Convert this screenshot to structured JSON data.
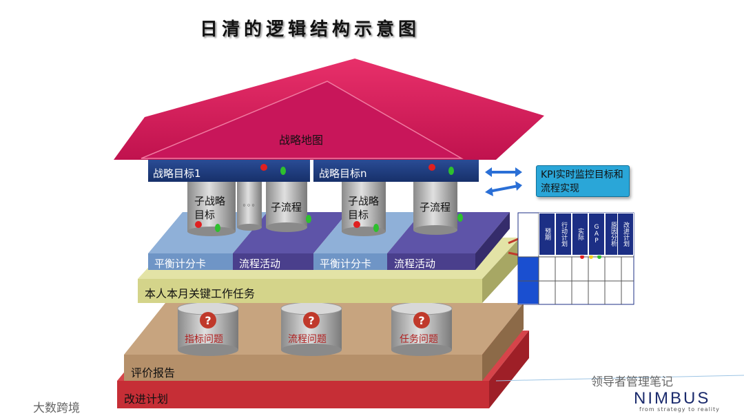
{
  "title": "日清的逻辑结构示意图",
  "roof_label": "战略地图",
  "beam": {
    "left_label": "战略目标1",
    "right_label": "战略目标n"
  },
  "pillars": {
    "sub_strategy": "子战略目标",
    "sub_strategy_2": "子战略目标",
    "sub_process": "子流程",
    "sub_process_2": "子流程",
    "dots": "◦◦◦"
  },
  "tier_labels": [
    "平衡计分卡",
    "流程活动",
    "平衡计分卡",
    "流程活动"
  ],
  "work_tier": "本人本月关键工作任务",
  "issues": [
    "指标问题",
    "流程问题",
    "任务问题"
  ],
  "evaluation": "评价报告",
  "improvement": "改进计划",
  "kpi_box": "KPI实时监控目标和流程实现",
  "kpi_table_headers": [
    "预期",
    "行动计划",
    "实际",
    "GAP",
    "原因分析",
    "改进计划"
  ],
  "watermarks": {
    "left": "大数跨境",
    "right": "领导者管理笔记"
  },
  "brand": {
    "name": "NIMBUS",
    "tagline": "from strategy to reality"
  },
  "colors": {
    "roof": "#d91c5c",
    "beam": "#1f3a7a",
    "bsc": "#6f95c6",
    "process": "#4a3f8c",
    "work": "#d4d48a",
    "eval": "#b5906a",
    "improve": "#c62e36",
    "accent": "#2aa6d8"
  }
}
